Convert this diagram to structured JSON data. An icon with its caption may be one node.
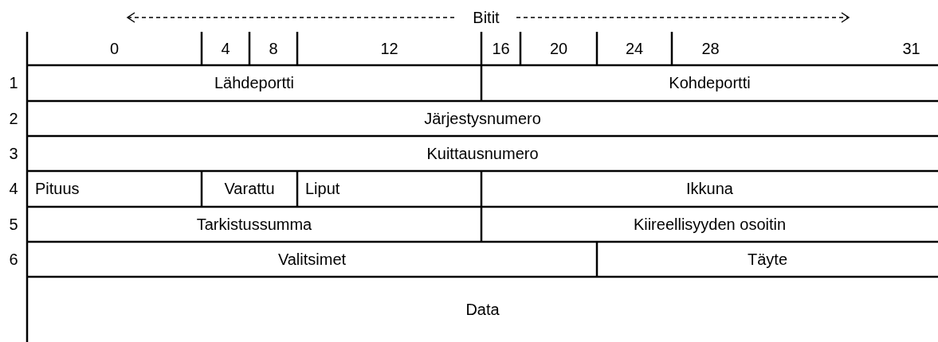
{
  "diagram": {
    "labels": [
      "Bitit",
      "0",
      "4",
      "8",
      "12",
      "16",
      "20",
      "24",
      "28",
      "31",
      "1",
      "Lähdeportti",
      "Kohdeportti",
      "2",
      "Järjestysnumero",
      "3",
      "Kuittausnumero",
      "4",
      "Pituus",
      "Varattu",
      "Liput",
      "Ikkuna",
      "5",
      "Tarkistussumma",
      "Kiireellisyyden osoitin",
      "6",
      "Valitsimet",
      "Täyte",
      "Data"
    ]
  }
}
